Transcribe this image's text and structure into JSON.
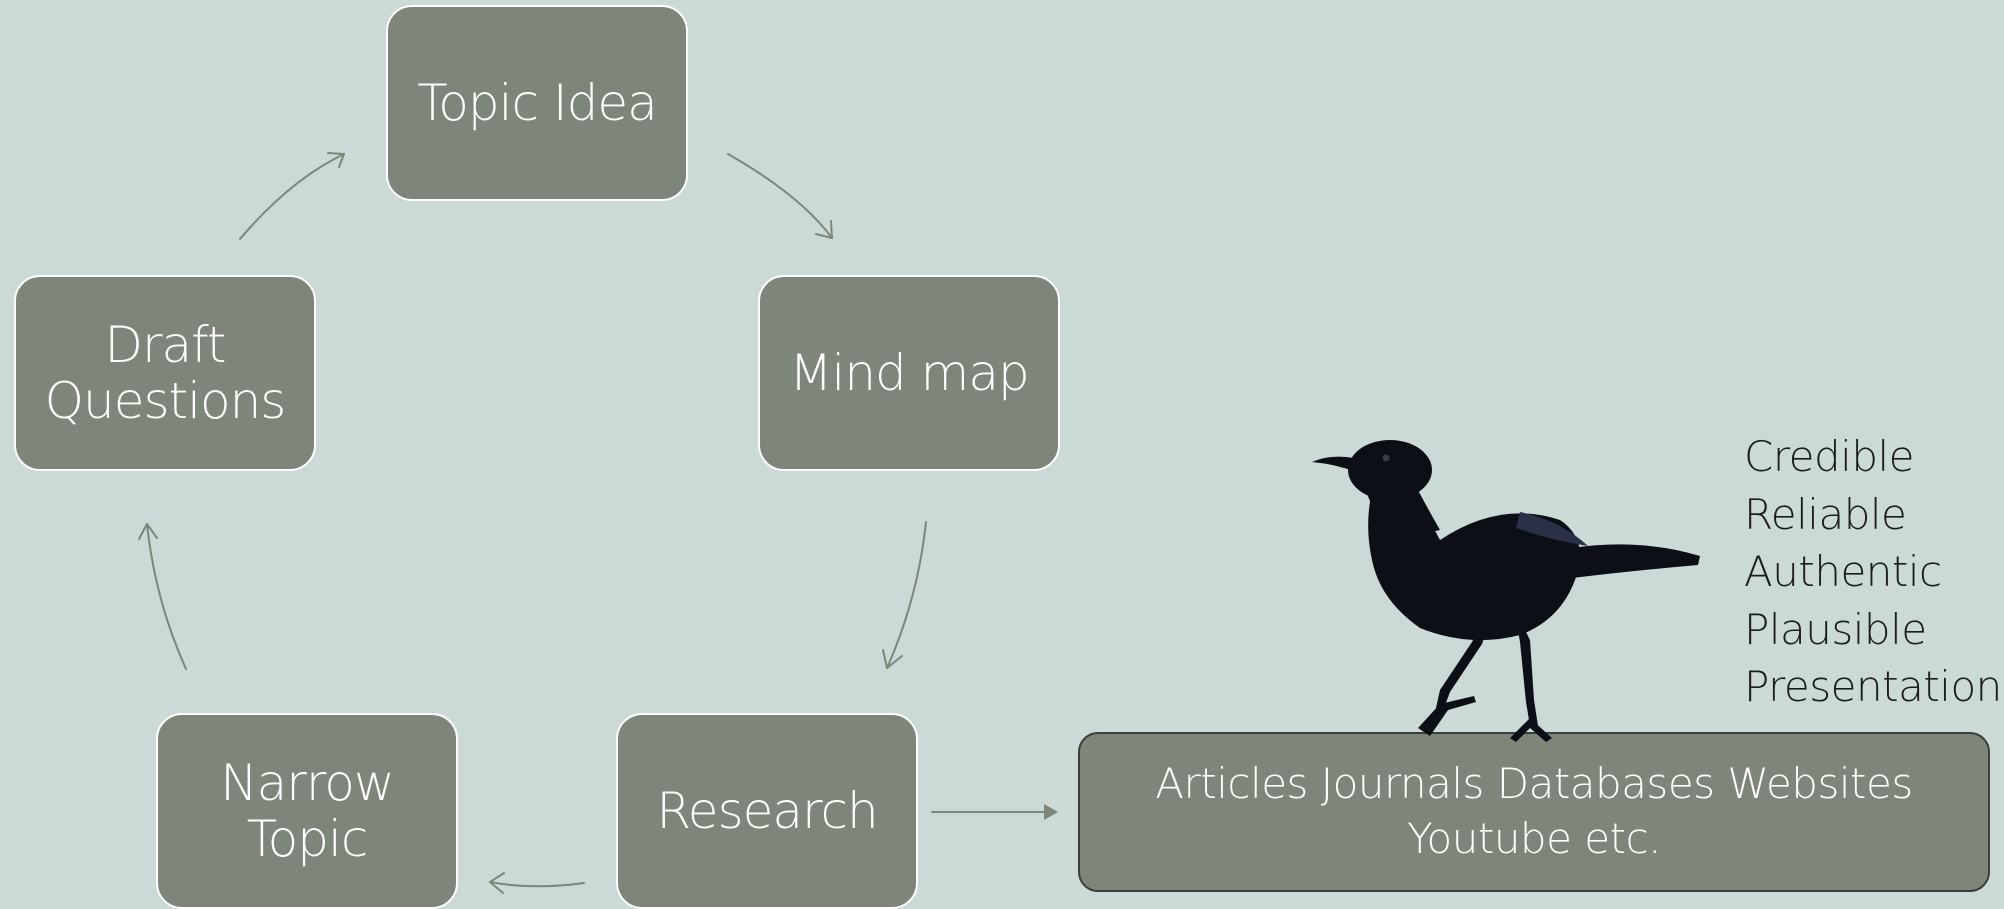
{
  "diagram": {
    "cycle_nodes": [
      {
        "id": "topic-idea",
        "lines": [
          "Topic Idea"
        ]
      },
      {
        "id": "mind-map",
        "lines": [
          "Mind map"
        ]
      },
      {
        "id": "research",
        "lines": [
          "Research"
        ]
      },
      {
        "id": "narrow-topic",
        "lines": [
          "Narrow",
          "Topic"
        ]
      },
      {
        "id": "draft-questions",
        "lines": [
          "Draft",
          "Questions"
        ]
      }
    ],
    "sources": {
      "line1": "Articles Journals Databases Websites",
      "line2": "Youtube etc."
    },
    "criteria": [
      "Credible",
      "Reliable",
      "Authentic",
      "Plausible",
      "Presentation"
    ],
    "image": "black-crow",
    "colors": {
      "background": "#cbdad6",
      "node_fill": "#7e857a",
      "node_border": "#ffffff",
      "arrow": "#7e857a"
    }
  }
}
